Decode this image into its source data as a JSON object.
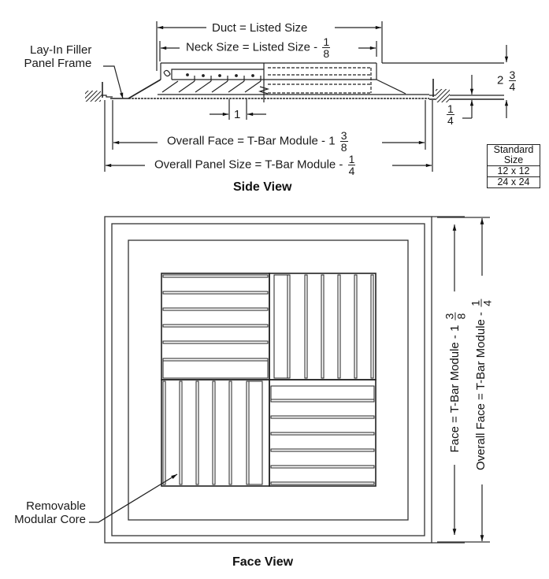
{
  "side_view": {
    "title": "Side View",
    "duct_label": "Duct = Listed Size",
    "neck_label": "Neck Size = Listed Size -",
    "neck_fraction": {
      "num": "1",
      "den": "8"
    },
    "lay_in_label_line1": "Lay-In Filler",
    "lay_in_label_line2": "Panel Frame",
    "blade_spacing": "1",
    "height_whole": "2",
    "height_fraction": {
      "num": "3",
      "den": "4"
    },
    "flange_fraction": {
      "num": "1",
      "den": "4"
    },
    "overall_face_label": "Overall Face = T-Bar Module - 1",
    "overall_face_fraction": {
      "num": "3",
      "den": "8"
    },
    "overall_panel_label": "Overall Panel Size = T-Bar Module -",
    "overall_panel_fraction": {
      "num": "1",
      "den": "4"
    }
  },
  "standard_size_table": {
    "header": "Standard Size",
    "rows": [
      "12 x 12",
      "24 x 24"
    ]
  },
  "face_view": {
    "title": "Face View",
    "face_label": "Face = T-Bar Module - 1",
    "face_fraction": {
      "num": "3",
      "den": "8"
    },
    "overall_face_label": "Overall Face = T-Bar Module -",
    "overall_face_fraction": {
      "num": "1",
      "den": "4"
    },
    "core_label_line1": "Removable",
    "core_label_line2": "Modular Core"
  }
}
